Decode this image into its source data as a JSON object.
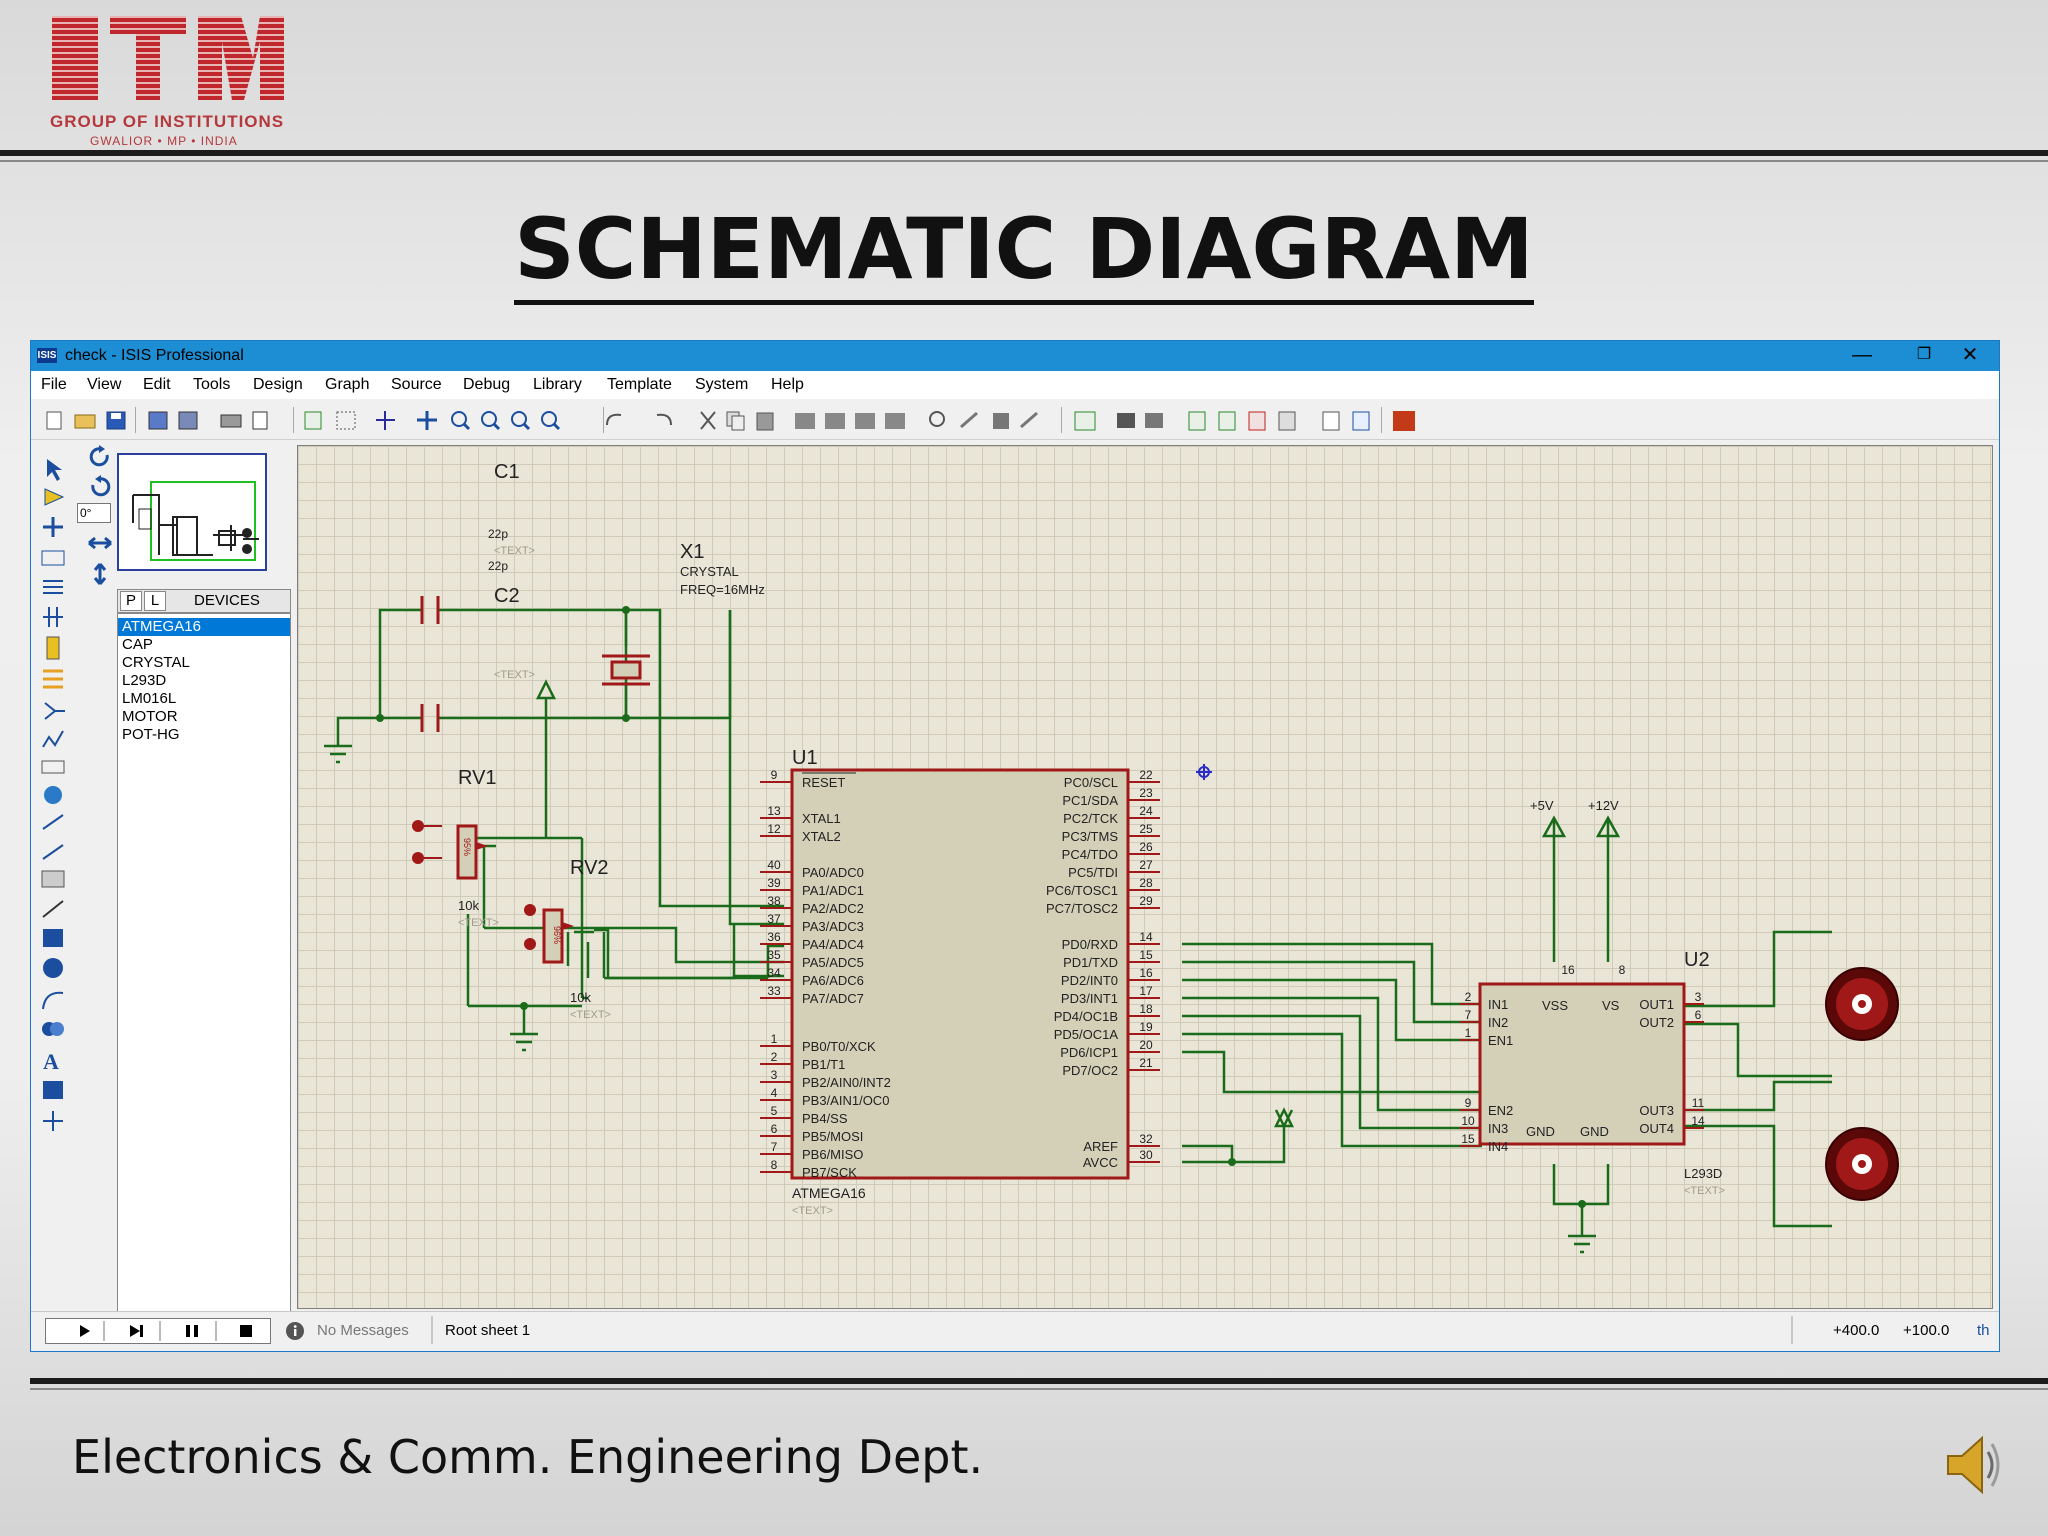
{
  "slide": {
    "logo_text": "ITM",
    "logo_group": "GROUP OF INSTITUTIONS",
    "logo_location": "GWALIOR • MP • INDIA",
    "title": "SCHEMATIC DIAGRAM",
    "footer": "Electronics & Comm. Engineering Dept."
  },
  "window": {
    "icon": "ISIS",
    "title": "check - ISIS Professional",
    "menus": [
      "File",
      "View",
      "Edit",
      "Tools",
      "Design",
      "Graph",
      "Source",
      "Debug",
      "Library",
      "Template",
      "System",
      "Help"
    ]
  },
  "left_panel": {
    "rotation": "0°",
    "tab_p": "P",
    "tab_l": "L",
    "devices_header": "DEVICES",
    "devices": [
      "ATMEGA16",
      "CAP",
      "CRYSTAL",
      "L293D",
      "LM016L",
      "MOTOR",
      "POT-HG"
    ],
    "selected_device": "ATMEGA16"
  },
  "schematic": {
    "c1": {
      "ref": "C1",
      "value": "22p",
      "text": "<TEXT>"
    },
    "c2": {
      "ref": "C2",
      "value": "22p",
      "text": "<TEXT>"
    },
    "x1": {
      "ref": "X1",
      "type": "CRYSTAL",
      "freq": "FREQ=16MHz"
    },
    "rv1": {
      "ref": "RV1",
      "value": "10k",
      "text": "<TEXT>",
      "body": "95%"
    },
    "rv2": {
      "ref": "RV2",
      "value": "10k",
      "text": "<TEXT>",
      "body": "96%"
    },
    "u1": {
      "ref": "U1",
      "part": "ATMEGA16",
      "text": "<TEXT>",
      "left_pins": [
        [
          "9",
          "RESET"
        ],
        [
          "13",
          "XTAL1"
        ],
        [
          "12",
          "XTAL2"
        ],
        [
          "40",
          "PA0/ADC0"
        ],
        [
          "39",
          "PA1/ADC1"
        ],
        [
          "38",
          "PA2/ADC2"
        ],
        [
          "37",
          "PA3/ADC3"
        ],
        [
          "36",
          "PA4/ADC4"
        ],
        [
          "35",
          "PA5/ADC5"
        ],
        [
          "34",
          "PA6/ADC6"
        ],
        [
          "33",
          "PA7/ADC7"
        ],
        [
          "1",
          "PB0/T0/XCK"
        ],
        [
          "2",
          "PB1/T1"
        ],
        [
          "3",
          "PB2/AIN0/INT2"
        ],
        [
          "4",
          "PB3/AIN1/OC0"
        ],
        [
          "5",
          "PB4/SS"
        ],
        [
          "6",
          "PB5/MOSI"
        ],
        [
          "7",
          "PB6/MISO"
        ],
        [
          "8",
          "PB7/SCK"
        ]
      ],
      "right_pins": [
        [
          "22",
          "PC0/SCL"
        ],
        [
          "23",
          "PC1/SDA"
        ],
        [
          "24",
          "PC2/TCK"
        ],
        [
          "25",
          "PC3/TMS"
        ],
        [
          "26",
          "PC4/TDO"
        ],
        [
          "27",
          "PC5/TDI"
        ],
        [
          "28",
          "PC6/TOSC1"
        ],
        [
          "29",
          "PC7/TOSC2"
        ],
        [
          "14",
          "PD0/RXD"
        ],
        [
          "15",
          "PD1/TXD"
        ],
        [
          "16",
          "PD2/INT0"
        ],
        [
          "17",
          "PD3/INT1"
        ],
        [
          "18",
          "PD4/OC1B"
        ],
        [
          "19",
          "PD5/OC1A"
        ],
        [
          "20",
          "PD6/ICP1"
        ],
        [
          "21",
          "PD7/OC2"
        ],
        [
          "32",
          "AREF"
        ],
        [
          "30",
          "AVCC"
        ]
      ]
    },
    "u2": {
      "ref": "U2",
      "part": "L293D",
      "text": "<TEXT>",
      "left_pins": [
        [
          "2",
          "IN1"
        ],
        [
          "7",
          "IN2"
        ],
        [
          "1",
          "EN1"
        ],
        [
          "9",
          "EN2"
        ],
        [
          "10",
          "IN3"
        ],
        [
          "15",
          "IN4"
        ]
      ],
      "right_pins": [
        [
          "3",
          "OUT1"
        ],
        [
          "6",
          "OUT2"
        ],
        [
          "11",
          "OUT3"
        ],
        [
          "14",
          "OUT4"
        ]
      ],
      "top_pins": [
        [
          "16",
          "VSS"
        ],
        [
          "8",
          "VS"
        ]
      ],
      "bottom_labels": [
        "GND",
        "GND"
      ],
      "supply_5v": "+5V",
      "supply_12v": "+12V"
    },
    "text_placeholder": "<TEXT>"
  },
  "status": {
    "messages": "No Messages",
    "sheet": "Root sheet 1",
    "coord_x": "+400.0",
    "coord_y": "+100.0",
    "units": "th"
  },
  "colors": {
    "wire": "#1a6b1a",
    "component": "#a01818",
    "chip_fill": "#d4d0b8",
    "titlebar": "#1e8ed4",
    "selection": "#0078d7"
  }
}
